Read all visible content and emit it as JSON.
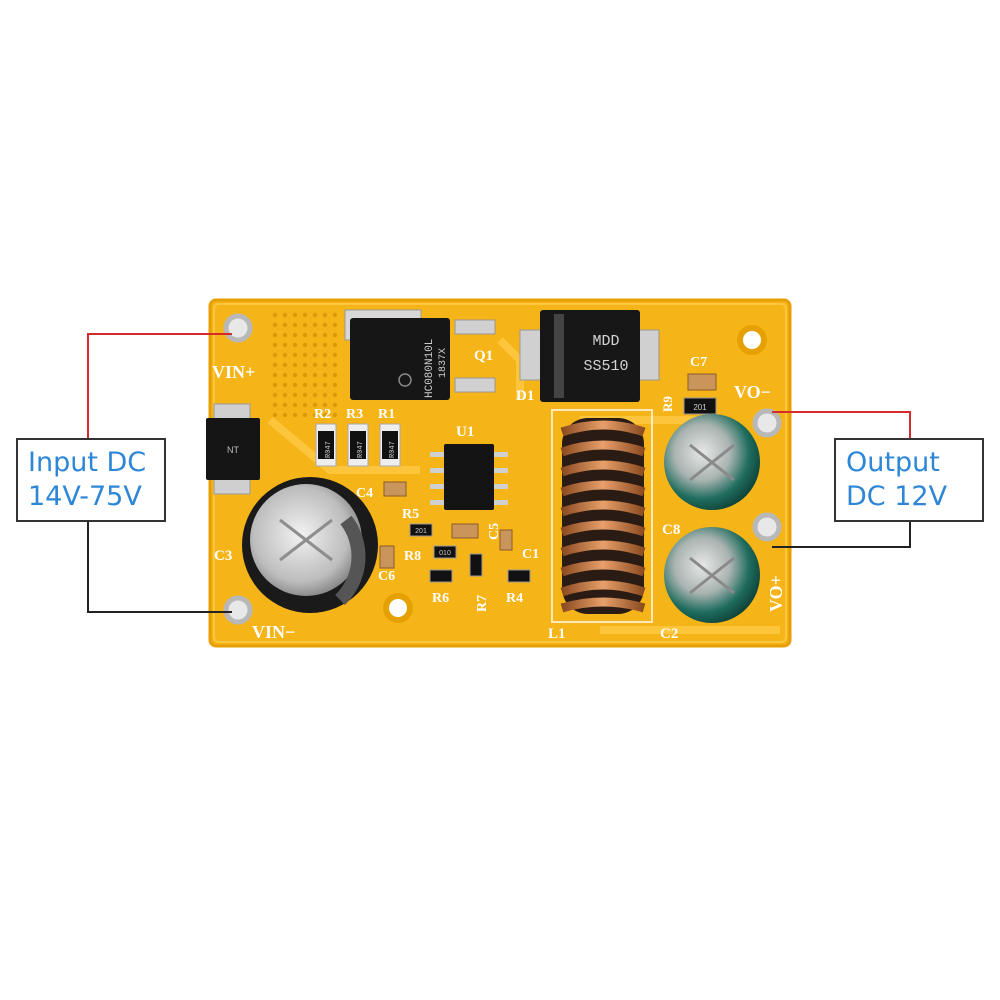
{
  "callouts": {
    "input": {
      "line1": "Input DC",
      "line2": "14V-75V"
    },
    "output": {
      "line1": "Output",
      "line2": "DC 12V"
    }
  },
  "board": {
    "terminals": {
      "vin_pos": "VIN+",
      "vin_neg": "VIN−",
      "vo_neg": "VO−",
      "vo_pos": "VO+"
    },
    "refs": {
      "q1": "Q1",
      "d1": "D1",
      "u1": "U1",
      "l1": "L1",
      "c1": "C1",
      "c2": "C2",
      "c3": "C3",
      "c4": "C4",
      "c5": "C5",
      "c6": "C6",
      "c7": "C7",
      "c8": "C8",
      "r1": "R1",
      "r2": "R2",
      "r3": "R3",
      "r4": "R4",
      "r5": "R5",
      "r6": "R6",
      "r7": "R7",
      "r8": "R8",
      "r9": "R9"
    },
    "markings": {
      "mosfet_line1": "HC080N10L",
      "mosfet_line2": "1837X",
      "diode_line1": "MDD",
      "diode_line2": "SS510",
      "resistor_code": "R047",
      "res_201": "201",
      "res_010": "010",
      "ic_small": "NT"
    }
  },
  "colors": {
    "pcb": "#f5b418",
    "pcb_edge": "#e79f00",
    "silk": "#ffffff",
    "wire_pos": "#d62b2b",
    "wire_neg": "#222222",
    "callout_text": "#2e86d6",
    "copper": "#c4743a"
  }
}
